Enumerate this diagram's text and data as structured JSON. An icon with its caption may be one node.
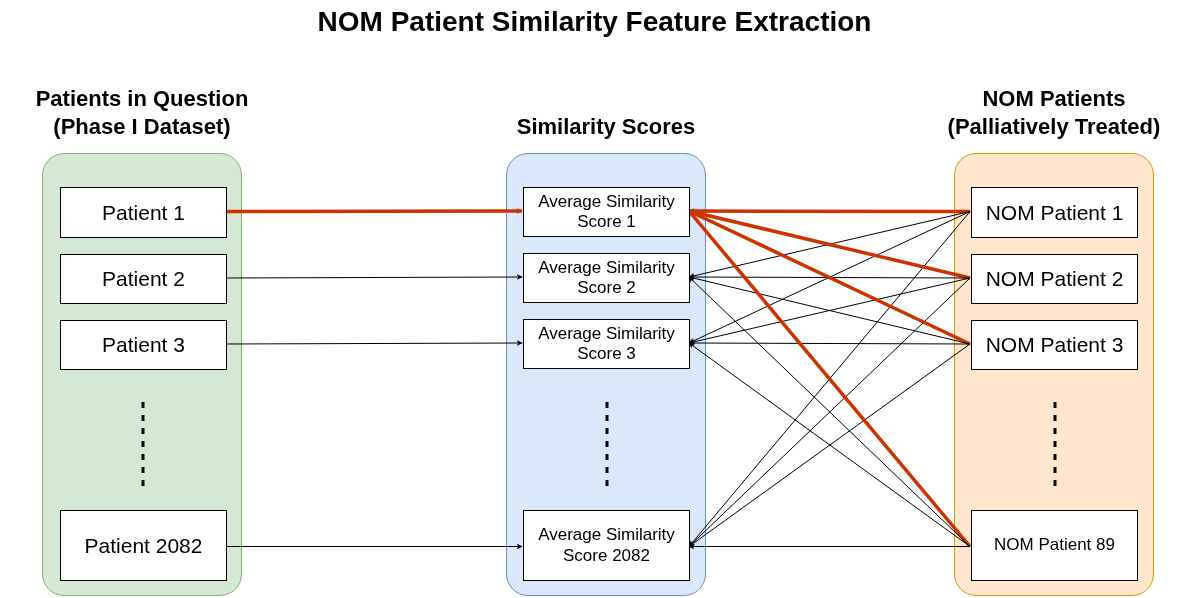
{
  "diagram": {
    "title": "NOM Patient Similarity Feature Extraction",
    "nodes": [
      {
        "text": [
          "Patients in Question (Phase I Dataset)"
        ]
      },
      {
        "text": [
          "Patient 1"
        ],
        "in": 0
      },
      {
        "text": [
          "Patient 2"
        ],
        "in": 0
      },
      {
        "text": [
          "Patient 3"
        ],
        "in": 0
      },
      {
        "text": [
          "Patient 2082"
        ],
        "in": 0
      },
      {
        "text": [
          "Similarity Scores"
        ]
      },
      {
        "text": [
          "Average Similarity Score 1"
        ],
        "in": 5
      },
      {
        "text": [
          "Average Similarity Score 2"
        ],
        "in": 5
      },
      {
        "text": [
          "Average Similarity Score 3"
        ],
        "in": 5
      },
      {
        "text": [
          "Average Similarity Score 2082"
        ],
        "in": 5
      },
      {
        "text": [
          "NOM Patients (Palliatively Treated)"
        ]
      },
      {
        "text": [
          "NOM Patient 1"
        ],
        "in": 10
      },
      {
        "text": [
          "NOM Patient 2"
        ],
        "in": 10
      },
      {
        "text": [
          "NOM Patient 3"
        ],
        "in": 10
      },
      {
        "text": [
          "NOM Patient 89"
        ],
        "in": 10
      }
    ],
    "edges": [
      {
        "from": 1,
        "to": 6,
        "arrow": "to",
        "style": "thick",
        "color": "#cc3300"
      },
      {
        "from": 2,
        "to": 7,
        "arrow": "to"
      },
      {
        "from": 3,
        "to": 8,
        "arrow": "to"
      },
      {
        "from": 4,
        "to": 9,
        "arrow": "to"
      },
      {
        "from": 11,
        "to": 6,
        "arrow": "to",
        "style": "thick",
        "color": "#cc3300"
      },
      {
        "from": 11,
        "to": 7,
        "arrow": "to"
      },
      {
        "from": 11,
        "to": 8,
        "arrow": "to"
      },
      {
        "from": 11,
        "to": 9,
        "arrow": "to"
      },
      {
        "from": 12,
        "to": 6,
        "arrow": "to",
        "style": "thick",
        "color": "#cc3300"
      },
      {
        "from": 12,
        "to": 7,
        "arrow": "to"
      },
      {
        "from": 12,
        "to": 8,
        "arrow": "to"
      },
      {
        "from": 12,
        "to": 9,
        "arrow": "to"
      },
      {
        "from": 13,
        "to": 6,
        "arrow": "to",
        "style": "thick",
        "color": "#cc3300"
      },
      {
        "from": 13,
        "to": 7,
        "arrow": "to"
      },
      {
        "from": 13,
        "to": 8,
        "arrow": "to"
      },
      {
        "from": 13,
        "to": 9,
        "arrow": "to"
      },
      {
        "from": 14,
        "to": 6,
        "arrow": "to",
        "style": "thick",
        "color": "#cc3300"
      },
      {
        "from": 14,
        "to": 7,
        "arrow": "to"
      },
      {
        "from": 14,
        "to": 8,
        "arrow": "to"
      },
      {
        "from": 14,
        "to": 9,
        "arrow": "to"
      }
    ]
  }
}
